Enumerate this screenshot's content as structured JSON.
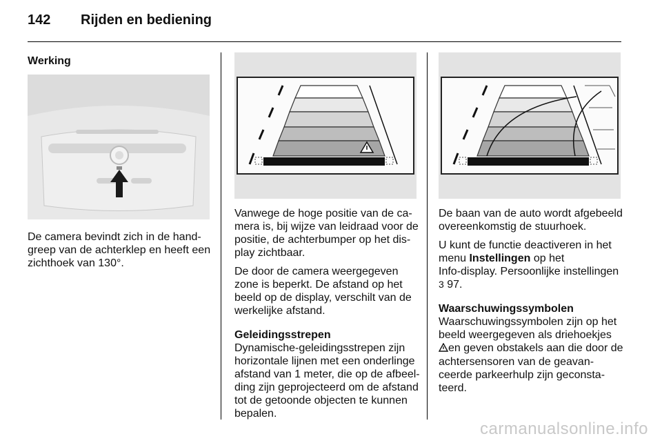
{
  "header": {
    "page_number": "142",
    "title": "Rijden en bediening"
  },
  "col1": {
    "heading": "Werking",
    "lines": [
      "De camera bevindt zich in de hand-",
      "greep van de achterklep en heeft een",
      "zichthoek van 130°."
    ]
  },
  "col2": {
    "para1": [
      "Vanwege de hoge positie van de ca-",
      "mera is, bij wijze van leidraad voor de",
      "positie, de achterbumper op het dis-",
      "play zichtbaar."
    ],
    "para2": [
      "De door de camera weergegeven",
      "zone is beperkt. De afstand op het",
      "beeld op de display, verschilt van de",
      "werkelijke afstand."
    ],
    "heading": "Geleidingsstrepen",
    "para3": [
      "Dynamische-geleidingsstrepen zijn",
      "horizontale lijnen met een onderlinge",
      "afstand van 1 meter, die op de afbeel-",
      "ding zijn geprojecteerd om de afstand",
      "tot de getoonde objecten te kunnen",
      "bepalen."
    ]
  },
  "col3": {
    "para1": [
      "De baan van de auto wordt afgebeeld",
      "overeenkomstig de stuurhoek."
    ],
    "para2_l1": "U kunt de functie deactiveren in het",
    "para2_l2_pre": "menu ",
    "para2_l2_bold": "Instellingen",
    "para2_l2_post": " op het",
    "para2_l3": "Info-display. Persoonlijke instellingen",
    "para2_ref_symbol": "3",
    "para2_ref_page": " 97.",
    "heading": "Waarschuwingssymbolen",
    "para3_l1": "Waarschuwingssymbolen zijn op het",
    "para3_l2": "beeld weergegeven als driehoekjes",
    "para3_l3_post": "en geven obstakels aan die door de",
    "para3_l4": "achtersensoren van de geavan-",
    "para3_l5": "ceerde parkeerhulp zijn geconsta-",
    "para3_l6": "teerd."
  },
  "watermark": "carmanualsonline.info"
}
